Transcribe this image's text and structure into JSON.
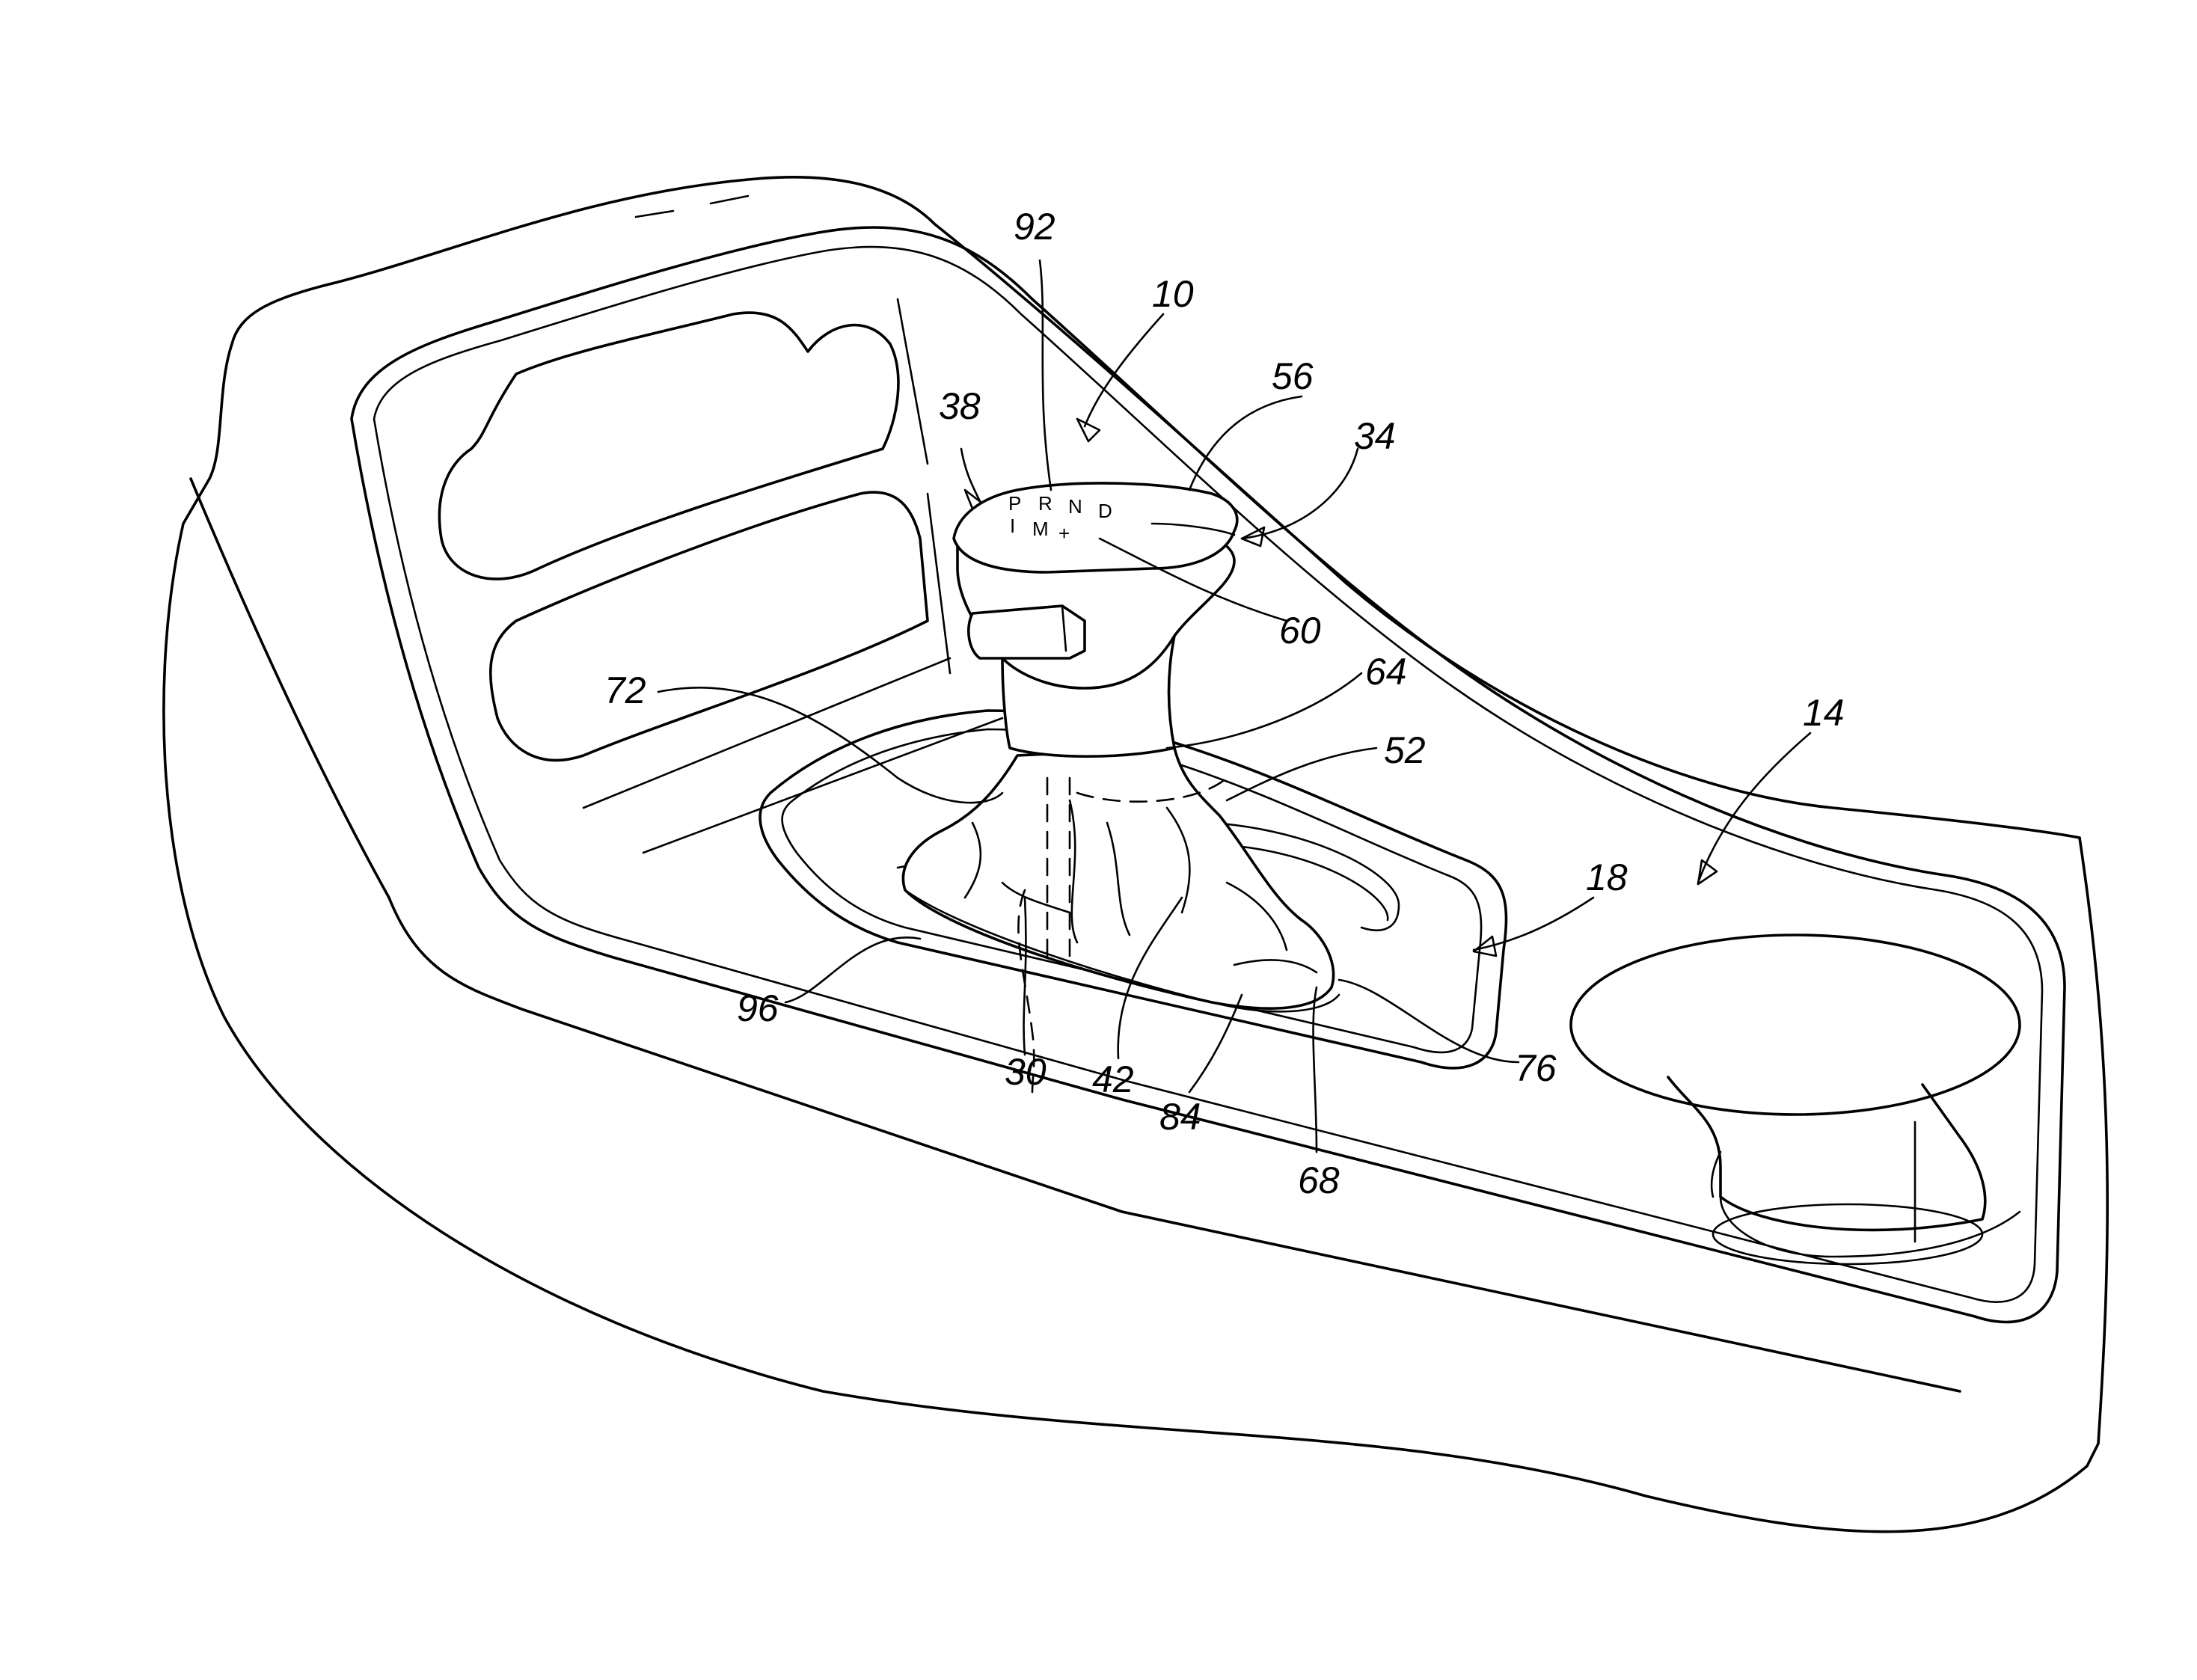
{
  "labels": {
    "r10": "10",
    "r14": "14",
    "r18": "18",
    "r30": "30",
    "r34": "34",
    "r38": "38",
    "r42": "42",
    "r52": "52",
    "r56": "56",
    "r60": "60",
    "r64": "64",
    "r68": "68",
    "r72": "72",
    "r76": "76",
    "r84": "84",
    "r92": "92",
    "r96": "96"
  },
  "knob_indicators": {
    "top_row": [
      "P",
      "R",
      "N",
      "D"
    ],
    "bottom_row": [
      "I",
      "M",
      "+"
    ]
  },
  "colors": {
    "line": "#000000",
    "background": "#ffffff"
  }
}
